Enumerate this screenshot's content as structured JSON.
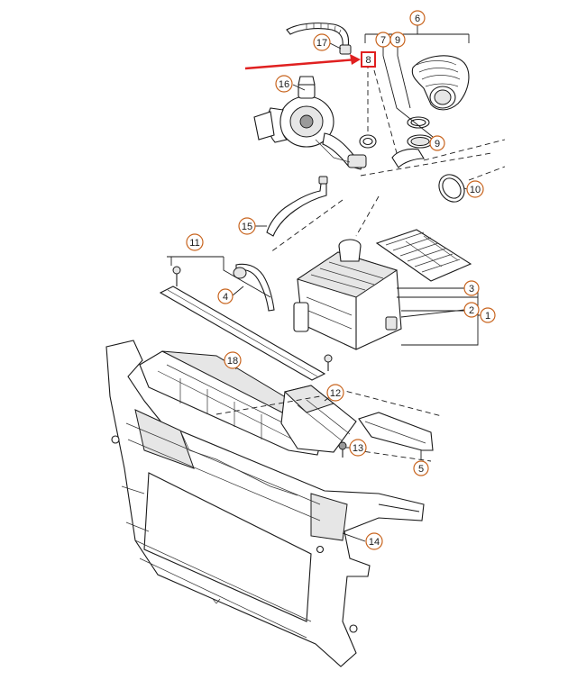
{
  "diagram": {
    "callouts": [
      {
        "id": "c1",
        "label": "1"
      },
      {
        "id": "c2",
        "label": "2"
      },
      {
        "id": "c3",
        "label": "3"
      },
      {
        "id": "c4",
        "label": "4"
      },
      {
        "id": "c5",
        "label": "5"
      },
      {
        "id": "c6",
        "label": "6"
      },
      {
        "id": "c7",
        "label": "7"
      },
      {
        "id": "c8",
        "label": "8"
      },
      {
        "id": "c9a",
        "label": "9"
      },
      {
        "id": "c9b",
        "label": "9"
      },
      {
        "id": "c10",
        "label": "10"
      },
      {
        "id": "c11",
        "label": "11"
      },
      {
        "id": "c12",
        "label": "12"
      },
      {
        "id": "c13",
        "label": "13"
      },
      {
        "id": "c14",
        "label": "14"
      },
      {
        "id": "c15",
        "label": "15"
      },
      {
        "id": "c16",
        "label": "16"
      },
      {
        "id": "c17",
        "label": "17"
      },
      {
        "id": "c18",
        "label": "18"
      }
    ],
    "highlight": {
      "target_label": "8",
      "color": "#e02020"
    },
    "callout_color": "#c8641e"
  }
}
